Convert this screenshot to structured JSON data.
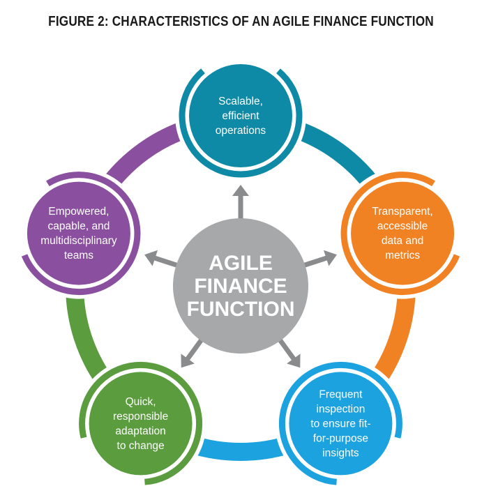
{
  "title": "FIGURE 2: CHARACTERISTICS OF AN AGILE FINANCE FUNCTION",
  "center": {
    "lines": [
      "AGILE",
      "FINANCE",
      "FUNCTION"
    ],
    "color": "#a7a8aa"
  },
  "nodes": [
    {
      "id": "scalable",
      "lines": [
        "Scalable,",
        "efficient",
        "operations"
      ],
      "color": "#0f8aa6"
    },
    {
      "id": "transparent",
      "lines": [
        "Transparent,",
        "accessible",
        "data and",
        "metrics"
      ],
      "color": "#f08224"
    },
    {
      "id": "frequent",
      "lines": [
        "Frequent",
        "inspection",
        "to ensure fit-",
        "for-purpose",
        "insights"
      ],
      "color": "#1ba2df"
    },
    {
      "id": "quick",
      "lines": [
        "Quick,",
        "responsible",
        "adaptation",
        "to change"
      ],
      "color": "#5a9c3e"
    },
    {
      "id": "empowered",
      "lines": [
        "Empowered,",
        "capable, and",
        "multidisciplinary",
        "teams"
      ],
      "color": "#8a4f9f"
    }
  ],
  "arrow_color": "#8a8b8d"
}
